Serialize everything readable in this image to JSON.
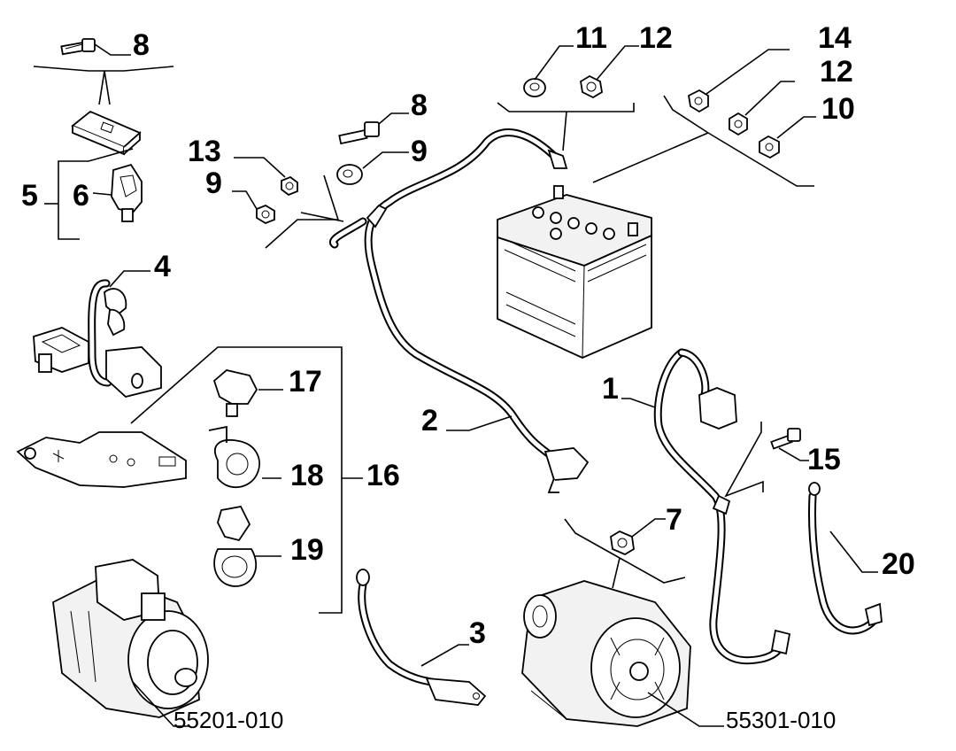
{
  "callouts": {
    "c8a": "8",
    "c5": "5",
    "c6": "6",
    "c4": "4",
    "c13": "13",
    "c9a": "9",
    "c8b": "8",
    "c9b": "9",
    "c11": "11",
    "c12a": "12",
    "c14": "14",
    "c12b": "12",
    "c10": "10",
    "c17": "17",
    "c18": "18",
    "c16": "16",
    "c19": "19",
    "c2": "2",
    "c1": "1",
    "c15": "15",
    "c7": "7",
    "c20": "20",
    "c3": "3"
  },
  "part_codes": {
    "starter": "55201-010",
    "alternator": "55301-010"
  }
}
